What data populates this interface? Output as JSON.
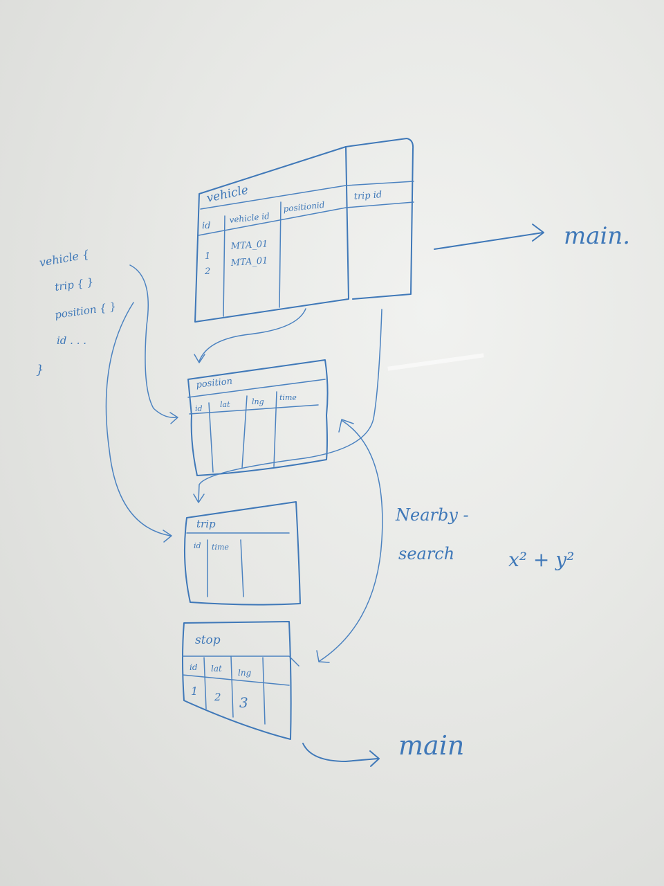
{
  "vehicle_table": {
    "title": "vehicle",
    "columns": [
      "id",
      "vehicle id",
      "positionid",
      "trip id"
    ],
    "rows": [
      [
        "1",
        "MTA_01"
      ],
      [
        "2",
        "MTA_01"
      ]
    ]
  },
  "position_table": {
    "title": "position",
    "columns": [
      "id",
      "lat",
      "lng",
      "time"
    ]
  },
  "trip_table": {
    "title": "trip",
    "columns": [
      "id",
      "time"
    ]
  },
  "stop_table": {
    "title": "stop",
    "columns": [
      "id",
      "lat",
      "lng"
    ],
    "rows": [
      [
        "1",
        "2",
        "3"
      ]
    ]
  },
  "code_note": {
    "lines": [
      "vehicle {",
      "trip { }",
      "position { }",
      "id . . .",
      "}"
    ]
  },
  "labels": {
    "main_top": "main.",
    "main_bottom": "main",
    "nearby_line1": "Nearby -",
    "nearby_line2": "search",
    "formula": "x² + y²"
  },
  "colors": {
    "ink": "#3f78b8",
    "board": "#e6e7e4"
  }
}
